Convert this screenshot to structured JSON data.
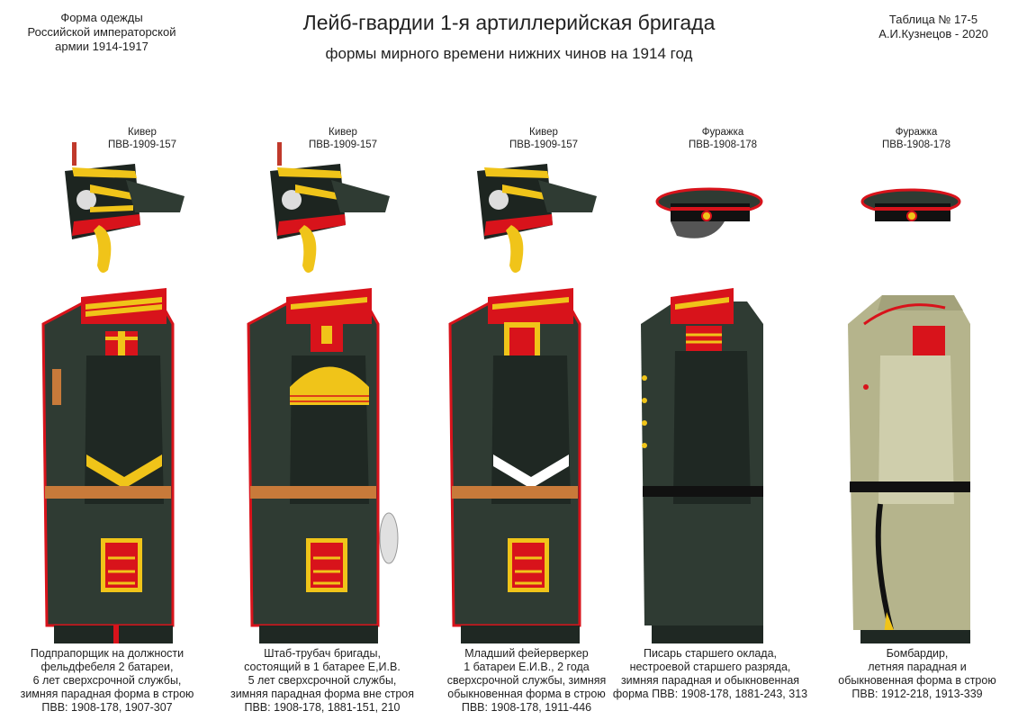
{
  "header": {
    "left": [
      "Форма одежды",
      "Российской императорской",
      "армии  1914-1917"
    ],
    "title": "Лейб-гвардии 1-я артиллерийская бригада",
    "subtitle": "формы мирного времени нижних чинов  на 1914 год",
    "right": [
      "Таблица № 17-5",
      "А.И.Кузнецов - 2020"
    ]
  },
  "figures": [
    {
      "headgear": [
        "Кивер",
        "ПВВ-1909-157"
      ],
      "caption": [
        "Подпрапорщик на должности",
        "фельдфебеля 2 батареи,",
        "6 лет сверхсрочной службы,",
        "зимняя парадная форма в строю",
        "ПВВ: 1908-178,  1907-307"
      ]
    },
    {
      "headgear": [
        "Кивер",
        "ПВВ-1909-157"
      ],
      "caption": [
        "Штаб-трубач бригады,",
        "состоящий в 1 батарее Е,И.В.",
        "5 лет сверхсрочной службы,",
        "зимняя парадная форма вне строя",
        "ПВВ: 1908-178, 1881-151, 210"
      ]
    },
    {
      "headgear": [
        "Кивер",
        "ПВВ-1909-157"
      ],
      "caption": [
        "Младший фейерверкер",
        "1 батареи Е.И.В.,  2 года",
        "сверхсрочной службы, зимняя",
        "обыкновенная форма в строю",
        "ПВВ: 1908-178, 1911-446"
      ]
    },
    {
      "headgear": [
        "Фуражка",
        "ПВВ-1908-178"
      ],
      "caption": [
        "Писарь старшего оклада,",
        "нестроевой старшего разряда,",
        "зимняя парадная и обыкновенная",
        "форма ПВВ: 1908-178, 1881-243, 313"
      ]
    },
    {
      "headgear": [
        "Фуражка",
        "ПВВ-1908-178"
      ],
      "caption": [
        "Бомбардир,",
        "летняя парадная и",
        "обыкновенная форма в строю",
        "ПВВ: 1912-218, 1913-339"
      ]
    }
  ],
  "colors": {
    "tunic": "#2f3b33",
    "tunic_dark": "#1f2823",
    "piping": "#d8131b",
    "gold": "#f0c419",
    "belt": "#c87a3a",
    "summer_tunic": "#b5b48c",
    "black": "#111111"
  }
}
